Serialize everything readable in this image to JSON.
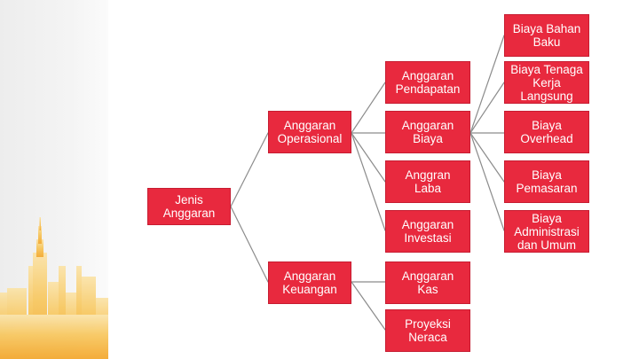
{
  "diagram": {
    "root": "Jenis\nAnggaran",
    "level1": [
      "Anggaran\nOperasional",
      "Anggaran\nKeuangan"
    ],
    "level2": [
      "Anggaran\nPendapatan",
      "Anggaran\nBiaya",
      "Anggran Laba",
      "Anggaran\nInvestasi",
      "Anggaran Kas",
      "Proyeksi\nNeraca"
    ],
    "level3": [
      "Biaya Bahan\nBaku",
      "Biaya Tenaga\nKerja\nLangsung",
      "Biaya\nOverhead",
      "Biaya\nPemasaran",
      "Biaya\nAdministrasi\ndan Umum"
    ]
  },
  "colors": {
    "node_fill": "#e8293e",
    "node_text": "#ffffff",
    "connector": "#8c8c8c",
    "skyline": "#f6b33a"
  }
}
